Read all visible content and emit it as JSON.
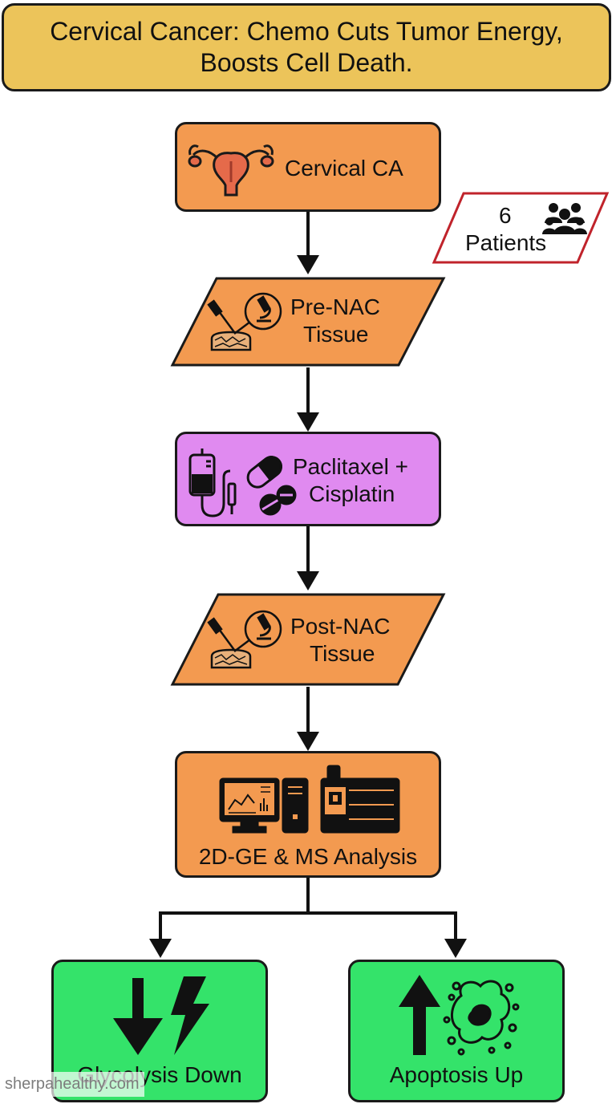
{
  "title": "Cervical Cancer: Chemo Cuts Tumor Energy, Boosts Cell Death.",
  "nodes": {
    "cervical_ca": {
      "label": "Cervical CA",
      "icon": "uterus-icon",
      "color": "#f39a50"
    },
    "patients": {
      "count": "6",
      "label": "Patients",
      "icon": "people-group-icon",
      "border_color": "#c0232b"
    },
    "pre_nac": {
      "line1": "Pre-NAC",
      "line2": "Tissue",
      "icon": "biopsy-microscope-icon",
      "color": "#f39a50"
    },
    "chemo": {
      "line1": "Paclitaxel +",
      "line2": "Cisplatin",
      "icon": "iv-bag-pills-icon",
      "color": "#e08af0"
    },
    "post_nac": {
      "line1": "Post-NAC",
      "line2": "Tissue",
      "icon": "biopsy-microscope-icon",
      "color": "#f39a50"
    },
    "analysis": {
      "label": "2D-GE & MS Analysis",
      "icon": "computer-mass-spectrometer-icon",
      "color": "#f39a50"
    },
    "glycolysis": {
      "label": "Glycolysis Down",
      "icon": "down-arrow-lightning-icon",
      "color": "#34e36a"
    },
    "apoptosis": {
      "label": "Apoptosis Up",
      "icon": "up-arrow-dying-cell-icon",
      "color": "#34e36a"
    }
  },
  "watermark": "sherpahealthy.com"
}
